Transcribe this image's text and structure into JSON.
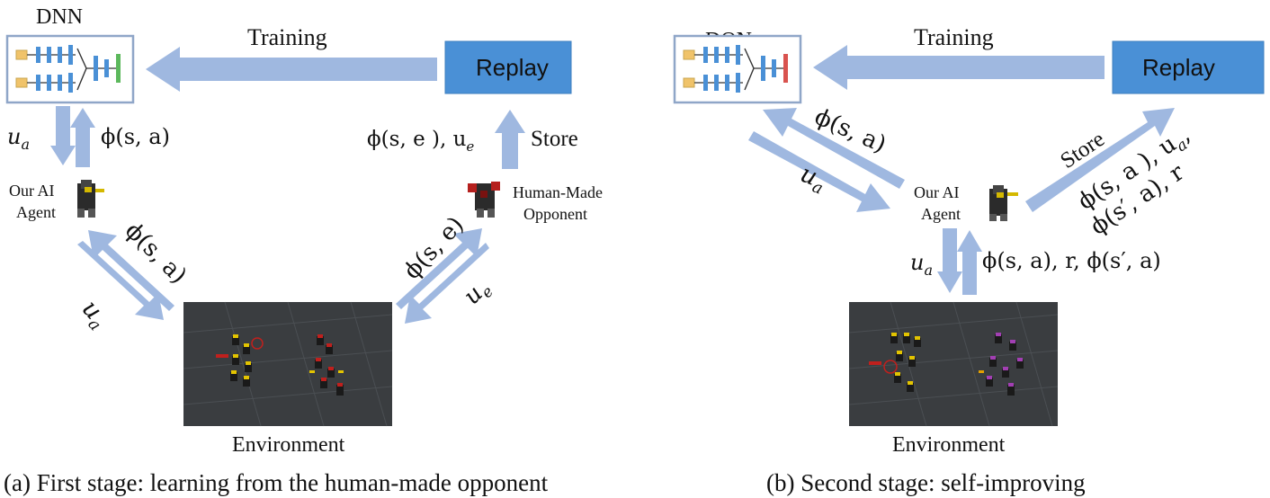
{
  "panel_a": {
    "network_label": "DNN",
    "training_label": "Training",
    "replay_label": "Replay",
    "store_label": "Store",
    "agent_label_line1": "Our AI",
    "agent_label_line2": "Agent",
    "opponent_label_line1": "Human-Made",
    "opponent_label_line2": "Opponent",
    "environment_label": "Environment",
    "u_a": "u",
    "u_a_sub": "a",
    "phi_sa": "ϕ(s, a)",
    "phi_se": "ϕ(s, e)",
    "phi_se_store": "ϕ(s, e ), u",
    "phi_se_store_sub": "e",
    "u_e": "u",
    "u_e_sub": "e",
    "caption": "(a)  First stage: learning from the human-made opponent"
  },
  "panel_b": {
    "network_label": "DQN",
    "training_label": "Training",
    "replay_label": "Replay",
    "store_label": "Store",
    "store_line1": "ϕ(s, a ), u",
    "store_line1_sub": "a",
    "store_line1_end": ",",
    "store_line2": "ϕ(s′, a), r",
    "agent_label_line1": "Our AI",
    "agent_label_line2": "Agent",
    "environment_label": "Environment",
    "u_a": "u",
    "u_a_sub": "a",
    "phi_sa": "ϕ(s, a)",
    "phi_feedback": "ϕ(s, a), r, ϕ(s′, a)",
    "caption": "(b)  Second stage: self-improving"
  },
  "colors": {
    "arrow": "#9fb8e0",
    "replay_box": "#4a90d6",
    "dnn_output": "#5cb85c",
    "dqn_output": "#d9534f"
  }
}
